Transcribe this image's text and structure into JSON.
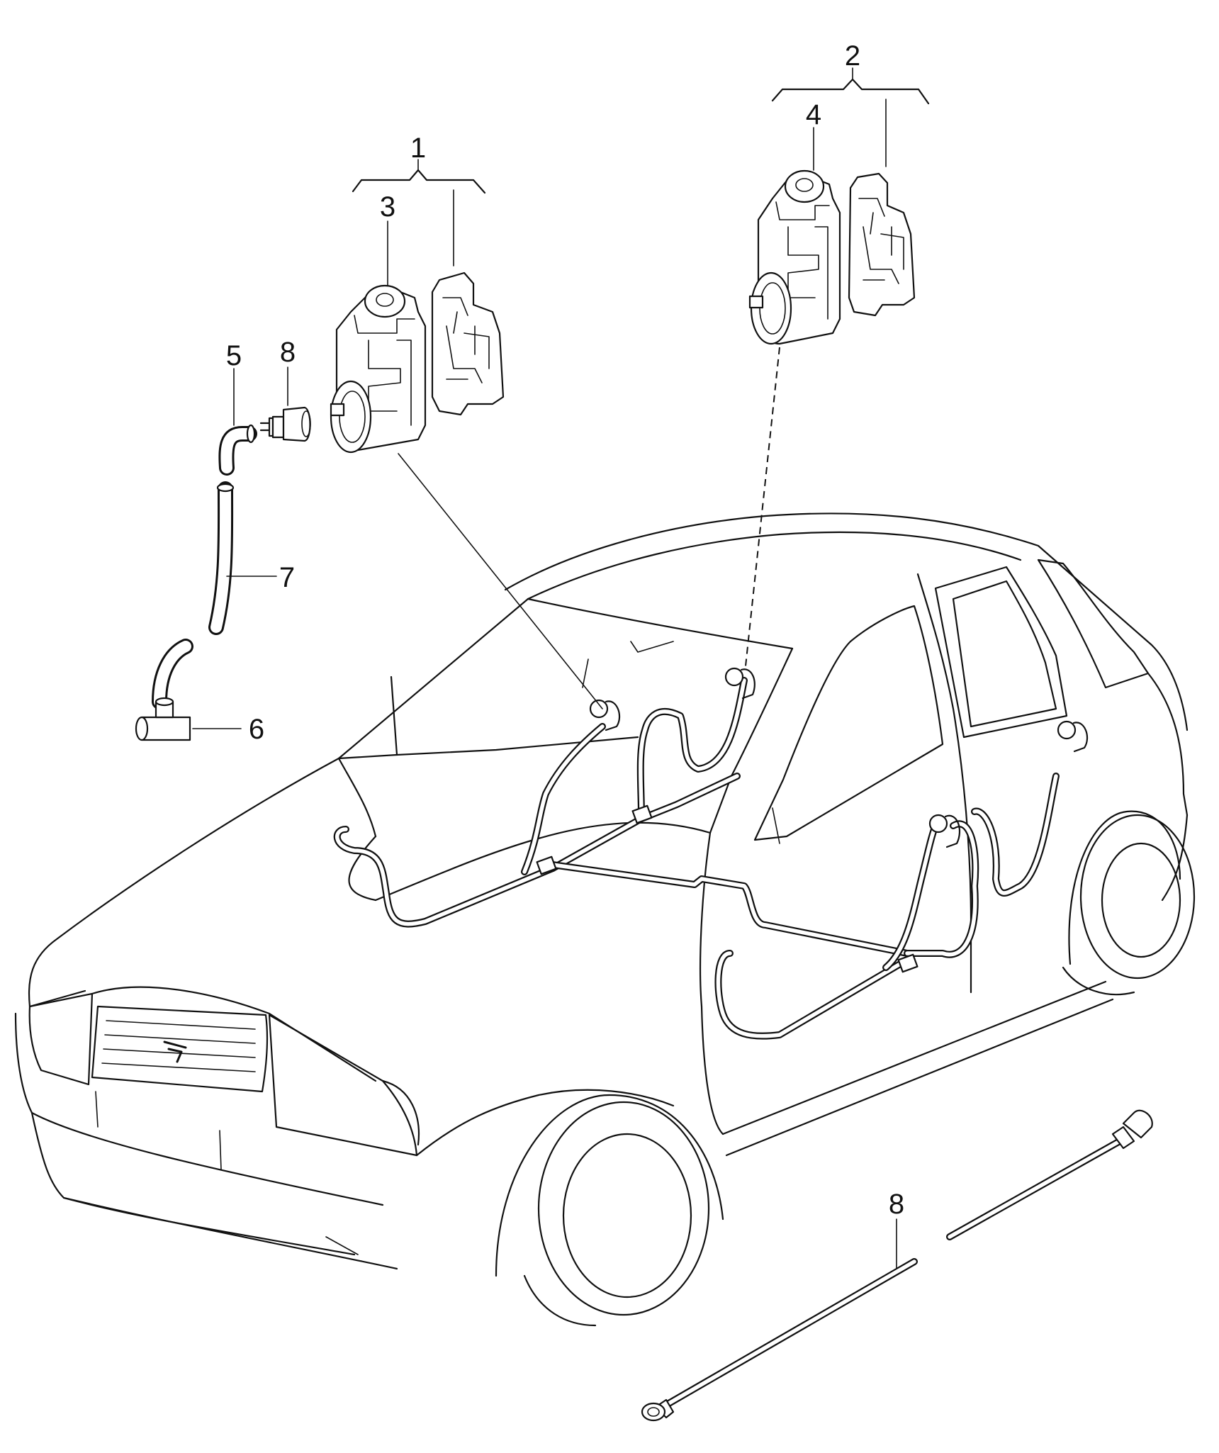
{
  "callouts": [
    {
      "id": "c1",
      "label": "1"
    },
    {
      "id": "c2",
      "label": "2"
    },
    {
      "id": "c3",
      "label": "3"
    },
    {
      "id": "c4",
      "label": "4"
    },
    {
      "id": "c5",
      "label": "5"
    },
    {
      "id": "c6",
      "label": "6"
    },
    {
      "id": "c7",
      "label": "7"
    },
    {
      "id": "c8a",
      "label": "8"
    },
    {
      "id": "c8b",
      "label": "8"
    }
  ],
  "colors": {
    "line": "#111111",
    "background": "#ffffff"
  }
}
